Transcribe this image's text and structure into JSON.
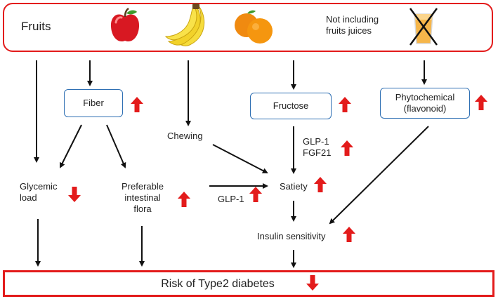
{
  "header": {
    "fruits_label": "Fruits",
    "exclusion_note": "Not including\nfruits juices",
    "fruit_icons": [
      "apple-icon",
      "banana-icon",
      "orange-icon",
      "crossed-juice-icon"
    ]
  },
  "nodes": {
    "fiber": "Fiber",
    "fructose": "Fructose",
    "phytochemical": "Phytochemical\n(flavonoid)",
    "chewing": "Chewing",
    "glp1_fgf21": "GLP-1\nFGF21",
    "glycemic_load": "Glycemic\nload",
    "intestinal_flora": "Preferable\nintestinal\nflora",
    "glp1": "GLP-1",
    "satiety": "Satiety",
    "insulin_sensitivity": "Insulin sensitivity"
  },
  "footer": {
    "outcome": "Risk of Type2 diabetes"
  },
  "colors": {
    "accent_red": "#e31b1b",
    "box_border_blue": "#2e6fb3",
    "arrow_black": "#111111"
  },
  "trend_icons": {
    "up": "red-up-arrow-icon",
    "down": "red-down-arrow-icon"
  }
}
